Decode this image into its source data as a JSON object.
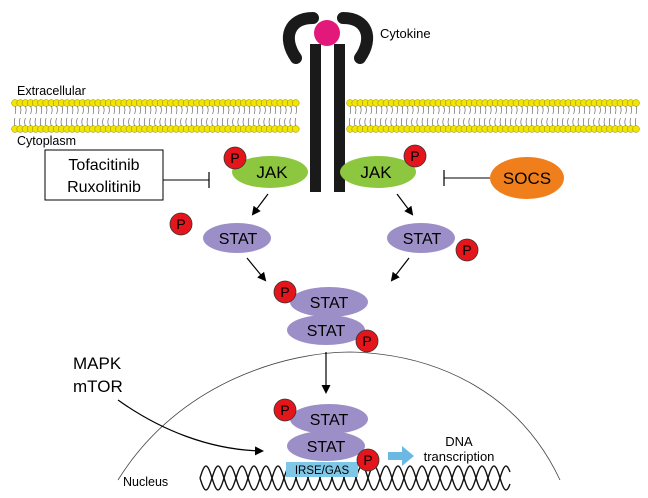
{
  "labels": {
    "cytokine": "Cytokine",
    "extracellular": "Extracellular",
    "cytoplasm": "Cytoplasm",
    "nucleus": "Nucleus",
    "inhibitor_1": "Tofacitinib",
    "inhibitor_2": "Ruxolitinib",
    "jak": "JAK",
    "socs": "SOCS",
    "stat": "STAT",
    "phospho": "P",
    "mapk": "MAPK",
    "mtor": "mTOR",
    "promoter": "IRSE/GAS",
    "dna_line1": "DNA",
    "dna_line2": "transcription"
  },
  "colors": {
    "lipid_head": "#F2E600",
    "lipid_head_stroke": "#8A8200",
    "cytokine": "#E2187A",
    "receptor": "#1A1A1A",
    "jak": "#8DC63F",
    "socs": "#F07F1B",
    "stat": "#9C8FC7",
    "phospho": "#E4161C",
    "promoter": "#7FC7E6",
    "transcription_arrow": "#6BB8E3"
  }
}
